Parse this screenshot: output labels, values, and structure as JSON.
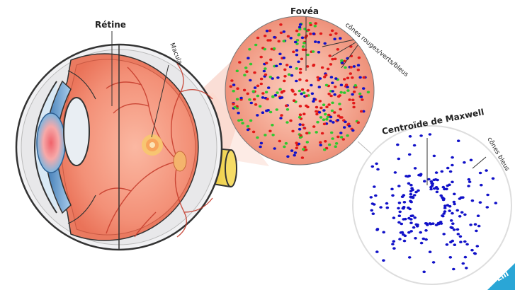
{
  "labels": {
    "retina": "Rétine",
    "macula": "Macula",
    "fovea": "Fovéa",
    "cones_rgb": "cônes rouges/verts/bleus",
    "maxwell_centroid": "Centroïde de Maxwell",
    "blue_cones": "cônes bleus"
  },
  "logo": {
    "text": "Lili"
  },
  "colors": {
    "red_cone": "#e11919",
    "green_cone": "#2fc82f",
    "blue_cone": "#1111c8",
    "fovea_bg": "#f2a48f",
    "retina": "#f08c72",
    "lens": "#5b95c9",
    "logo": "#2aa6d6"
  }
}
